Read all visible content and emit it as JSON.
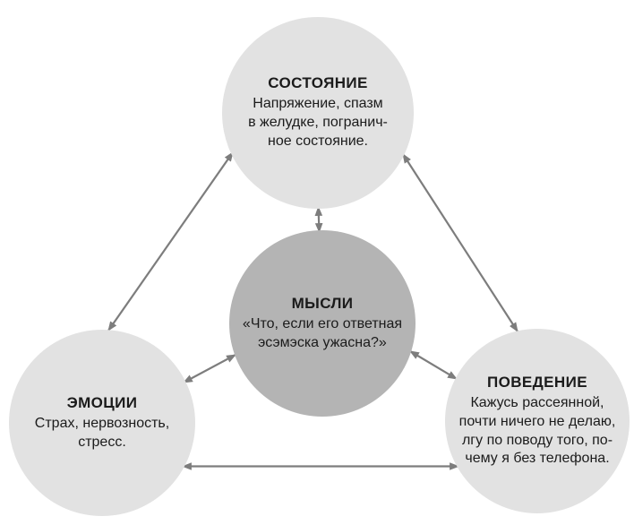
{
  "nodes": {
    "state": {
      "title": "СОСТОЯНИЕ",
      "description": "Напряжение, спазм\nв желудке, погранич-\nное состояние."
    },
    "thoughts": {
      "title": "МЫСЛИ",
      "description": "«Что, если его ответная\nэсэмэска ужасна?»"
    },
    "emotions": {
      "title": "ЭМОЦИИ",
      "description": "Страх, нервозность,\nстресс."
    },
    "behavior": {
      "title": "ПОВЕДЕНИЕ",
      "description": "Кажусь рассеянной,\nпочти ничего не делаю,\nлгу по поводу того, по-\nчему я без телефона."
    }
  },
  "connections": [
    {
      "from": "state",
      "to": "thoughts",
      "type": "double-arrow"
    },
    {
      "from": "state",
      "to": "emotions",
      "type": "double-arrow"
    },
    {
      "from": "state",
      "to": "behavior",
      "type": "double-arrow"
    },
    {
      "from": "thoughts",
      "to": "emotions",
      "type": "double-arrow"
    },
    {
      "from": "thoughts",
      "to": "behavior",
      "type": "double-arrow"
    },
    {
      "from": "emotions",
      "to": "behavior",
      "type": "double-arrow"
    }
  ],
  "colors": {
    "node_light": "#e2e2e2",
    "node_dark": "#b4b4b4",
    "arrow": "#7d7d7d",
    "text": "#1b1b1b"
  }
}
